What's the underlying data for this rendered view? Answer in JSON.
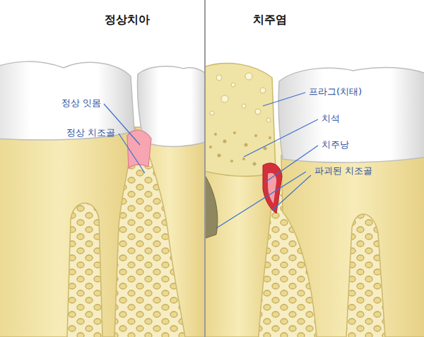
{
  "diagram": {
    "labels": [
      "정상치아",
      "치주염",
      "정상 잇몸",
      "정상 치조골",
      "프라그(치태)",
      "치석",
      "치주낭",
      "파괴된 치조골"
    ]
  }
}
